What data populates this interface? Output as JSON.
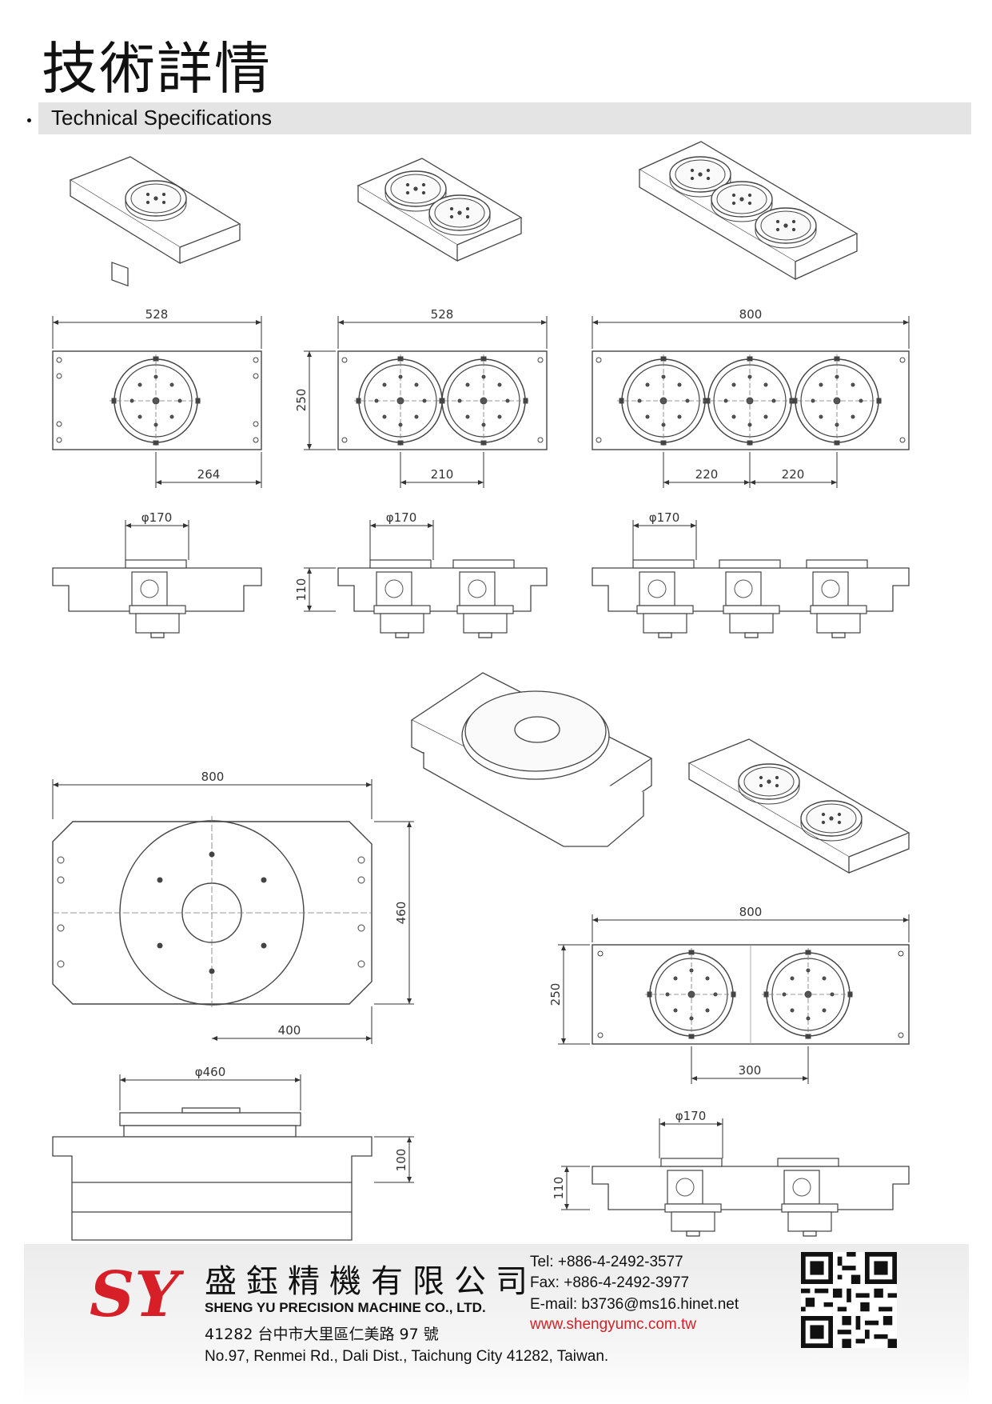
{
  "page": {
    "title": "技術詳情",
    "subtitle": "Technical Specifications"
  },
  "dimensions": {
    "single_width": "528",
    "single_offset": "264",
    "double_width": "528",
    "double_pitch": "210",
    "triple_width": "800",
    "triple_pitch_1": "220",
    "triple_pitch_2": "220",
    "depth_250": "250",
    "dia_170_a": "φ170",
    "dia_170_b": "φ170",
    "dia_170_c": "φ170",
    "height_110": "110",
    "large_width": "800",
    "large_depth": "460",
    "large_offset": "400",
    "large_dia": "φ460",
    "large_height": "100",
    "dual_width": "800",
    "dual_depth": "250",
    "dual_pitch": "300",
    "dual_dia": "φ170",
    "dual_height": "110"
  },
  "footer": {
    "company_cn": "盛鈺精機有限公司",
    "company_en": "SHENG YU PRECISION MACHINE CO., LTD.",
    "address_cn": "41282 台中市大里區仁美路 97 號",
    "address_en": "No.97, Renmei Rd., Dali Dist., Taichung City 41282, Taiwan.",
    "tel": "Tel: +886-4-2492-3577",
    "fax": "Fax: +886-4-2492-3977",
    "email": "E-mail: b3736@ms16.hinet.net",
    "website": "www.shengyumc.com.tw",
    "logo_text": "SY",
    "accent_color": "#d61f26"
  }
}
